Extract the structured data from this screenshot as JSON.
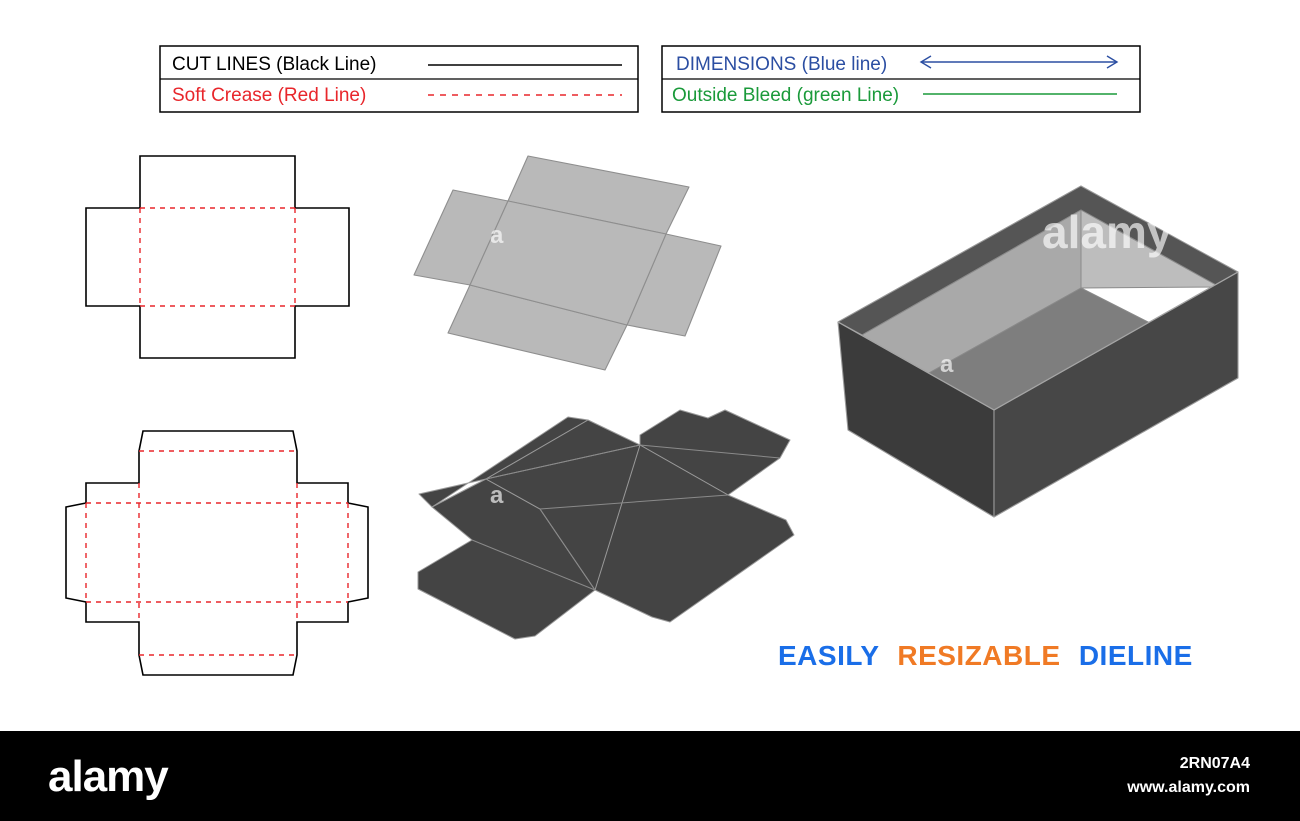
{
  "legend": {
    "cut_lines": "CUT LINES (Black Line)",
    "soft_crease": "Soft Crease (Red Line)",
    "dimensions": "DIMENSIONS (Blue line)",
    "outside_bleed": "Outside Bleed (green Line)"
  },
  "headline": {
    "part1": "EASILY",
    "part2": "RESIZABLE",
    "part3": "DIELINE"
  },
  "footer": {
    "logo": "alamy",
    "image_id": "2RN07A4",
    "url": "www.alamy.com"
  },
  "watermark": {
    "logo": "alamy",
    "mark": "a"
  },
  "colors": {
    "cut_line": "#000000",
    "crease_line": "#e8262b",
    "dimension_line": "#2b4ea2",
    "bleed_line": "#1a9a3a",
    "headline_blue": "#1a6ee8",
    "headline_orange": "#f07a25",
    "flat_gray": "#b9b9b9",
    "dark_gray": "#444444",
    "footer_bg": "#000000"
  }
}
